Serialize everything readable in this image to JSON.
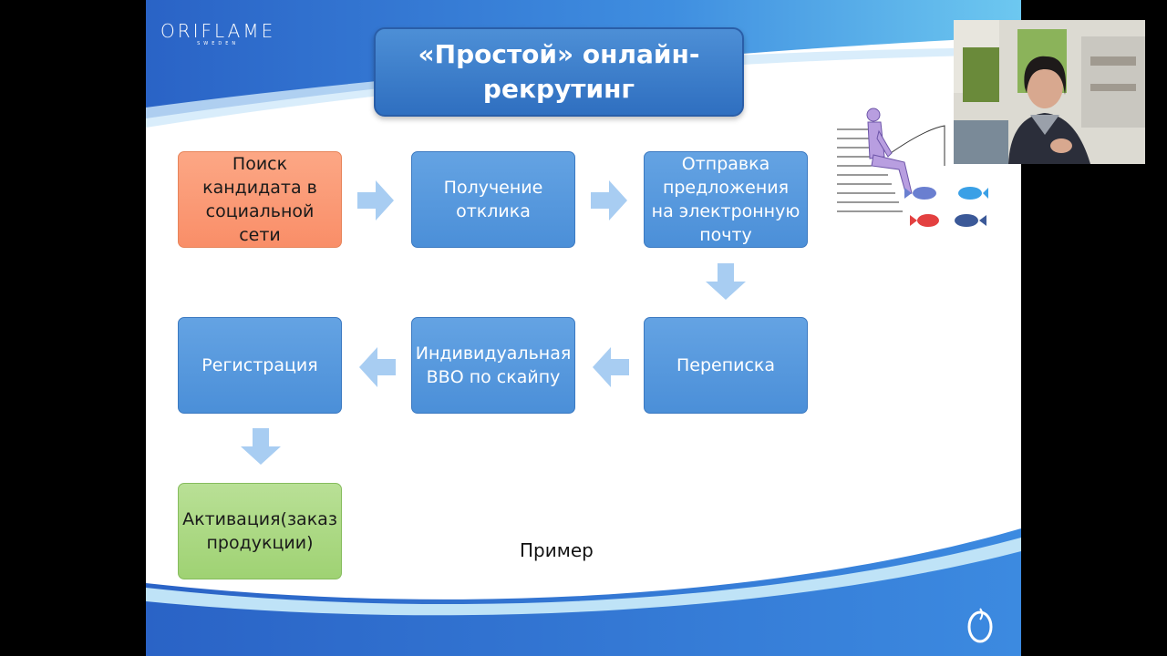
{
  "slide": {
    "logo": {
      "brand": "ORIFLAME",
      "sub": "SWEDEN"
    },
    "title_line1": "«Простой» онлайн-",
    "title_line2": "рекрутинг",
    "steps": {
      "search": "Поиск кандидата в социальной сети",
      "response": "Получение отклика",
      "send_offer": "Отправка предложения на электронную почту",
      "correspondence": "Переписка",
      "skype": "Индивидуальная ВВО по скайпу",
      "registration": "Регистрация",
      "activation": "Активация(заказ продукции)"
    },
    "example_label": "Пример"
  },
  "colors": {
    "step_blue": "#5a9be0",
    "step_orange": "#fb9a76",
    "step_green": "#aad883",
    "arrow": "#a8cdf2",
    "title_blue": "#3a7ccc"
  }
}
